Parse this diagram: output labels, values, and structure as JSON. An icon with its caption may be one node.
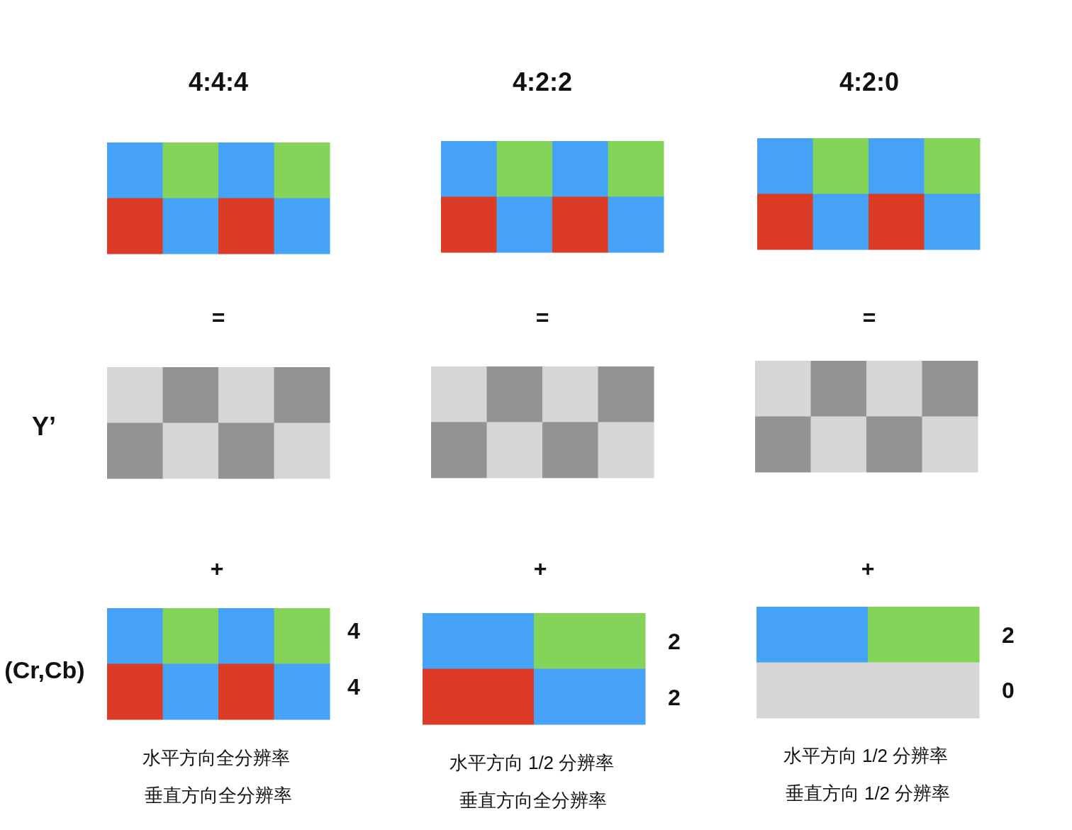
{
  "diagram": {
    "labels": [
      "4:4:4",
      "4:2:2",
      "4:2:0",
      "=",
      "=",
      "=",
      "Y’",
      "+",
      "+",
      "+",
      "(Cr,Cb)",
      "4",
      "4",
      "2",
      "2",
      "2",
      "0",
      "水平方向全分辨率",
      "垂直方向全分辨率",
      "水平方向 1/2 分辨率",
      "垂直方向全分辨率",
      "水平方向 1/2 分辨率",
      "垂直方向 1/2 分辨率"
    ]
  }
}
